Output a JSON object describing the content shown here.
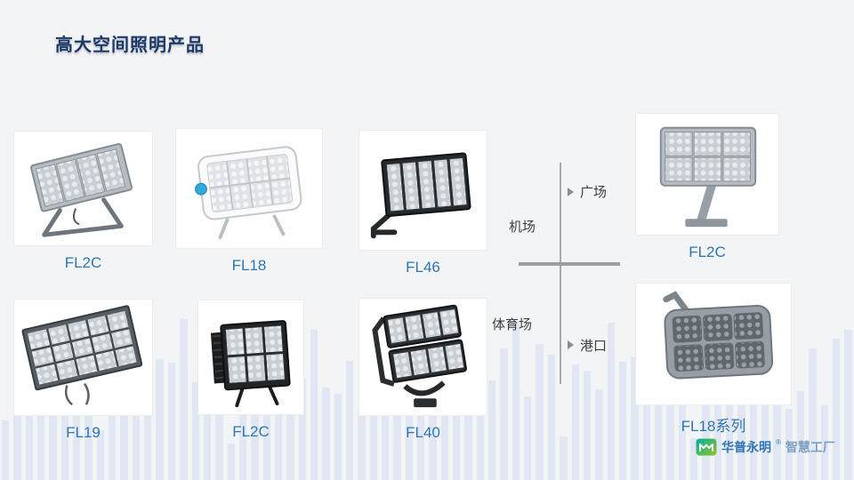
{
  "slide": {
    "title": "高大空间照明产品"
  },
  "products": [
    {
      "label": "FL2C",
      "icon": "floodlight-silver-angled"
    },
    {
      "label": "FL18",
      "icon": "floodlight-white-rounded"
    },
    {
      "label": "FL46",
      "icon": "floodlight-black-five-module"
    },
    {
      "label": "FL2C",
      "icon": "floodlight-silver-front"
    },
    {
      "label": "FL19",
      "icon": "floodlight-dark-panel"
    },
    {
      "label": "FL2C",
      "icon": "floodlight-black-finned"
    },
    {
      "label": "FL40",
      "icon": "floodlight-black-double-row"
    },
    {
      "label": "FL18系列",
      "icon": "floodlight-gray-rounded"
    }
  ],
  "diagram": {
    "plaza": "广场",
    "airport": "机场",
    "stadium": "体育场",
    "port": "港口"
  },
  "logo": {
    "brand": "华普永明",
    "reg": "®",
    "suffix": "智慧工厂"
  },
  "colors": {
    "title": "#1d3a66",
    "product_label": "#2e75b6",
    "diagram_line": "#a3a3a3",
    "logo_blue": "#2e75b6",
    "logo_teal": "#00b0a6",
    "logo_green": "#8fc31f",
    "background_bars": "#d9e3f0"
  }
}
